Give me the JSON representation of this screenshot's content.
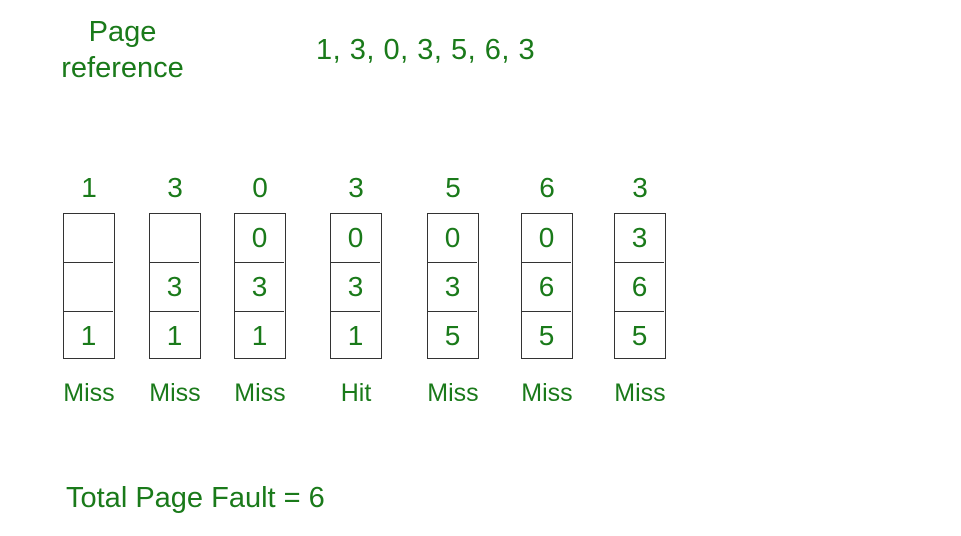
{
  "heading": "Page\nreference",
  "sequence": "1, 3, 0, 3, 5, 6, 3",
  "columns": [
    {
      "ref": "1",
      "frames": [
        "",
        "",
        "1"
      ],
      "status": "Miss"
    },
    {
      "ref": "3",
      "frames": [
        "",
        "3",
        "1"
      ],
      "status": "Miss"
    },
    {
      "ref": "0",
      "frames": [
        "0",
        "3",
        "1"
      ],
      "status": "Miss"
    },
    {
      "ref": "3",
      "frames": [
        "0",
        "3",
        "1"
      ],
      "status": "Hit"
    },
    {
      "ref": "5",
      "frames": [
        "0",
        "3",
        "5"
      ],
      "status": "Miss"
    },
    {
      "ref": "6",
      "frames": [
        "0",
        "6",
        "5"
      ],
      "status": "Miss"
    },
    {
      "ref": "3",
      "frames": [
        "3",
        "6",
        "5"
      ],
      "status": "Miss"
    }
  ],
  "total": "Total Page Fault = 6",
  "colors": {
    "text": "#1a7a1a",
    "border": "#333333"
  }
}
